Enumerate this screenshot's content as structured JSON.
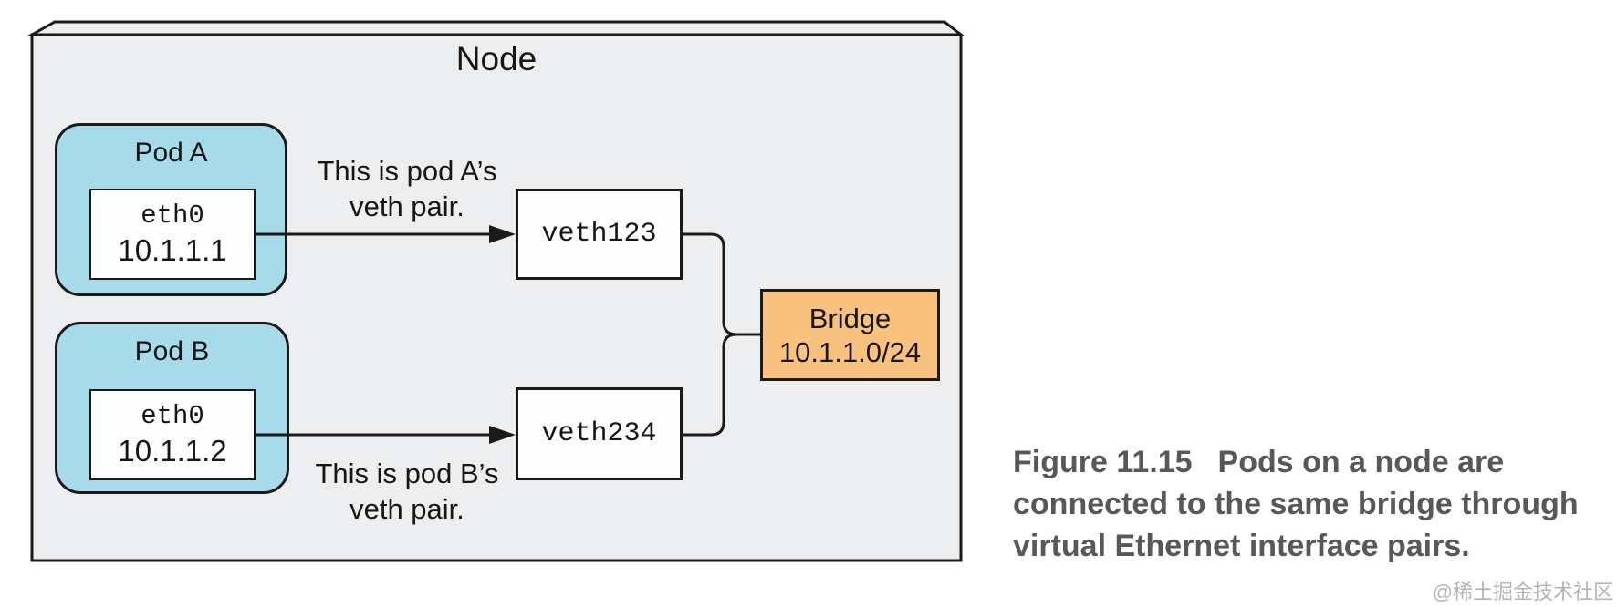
{
  "figure": {
    "node": {
      "label": "Node"
    },
    "pods": [
      {
        "name": "Pod A",
        "interface": "eth0",
        "ip": "10.1.1.1",
        "veth": "veth123",
        "annotation": {
          "line1": "This is pod A’s",
          "line2": "veth pair."
        }
      },
      {
        "name": "Pod B",
        "interface": "eth0",
        "ip": "10.1.1.2",
        "veth": "veth234",
        "annotation": {
          "line1": "This is pod B’s",
          "line2": "veth pair."
        }
      }
    ],
    "bridge": {
      "label": "Bridge",
      "subnet": "10.1.1.0/24"
    },
    "colors": {
      "node_fill": "#edeeef",
      "pod_fill": "#a8dbe9",
      "bridge_fill": "#f8c17e",
      "box_fill": "#fdfdfd",
      "line": "#1a1a1a",
      "caption_text": "#58585b",
      "watermark_text": "#b4b4b7"
    }
  },
  "caption": {
    "figure_number": "Figure 11.15",
    "line1": "Pods on a node are",
    "line2": "connected to the same bridge through",
    "line3": "virtual Ethernet interface pairs."
  },
  "watermark": "@稀土掘金技术社区"
}
